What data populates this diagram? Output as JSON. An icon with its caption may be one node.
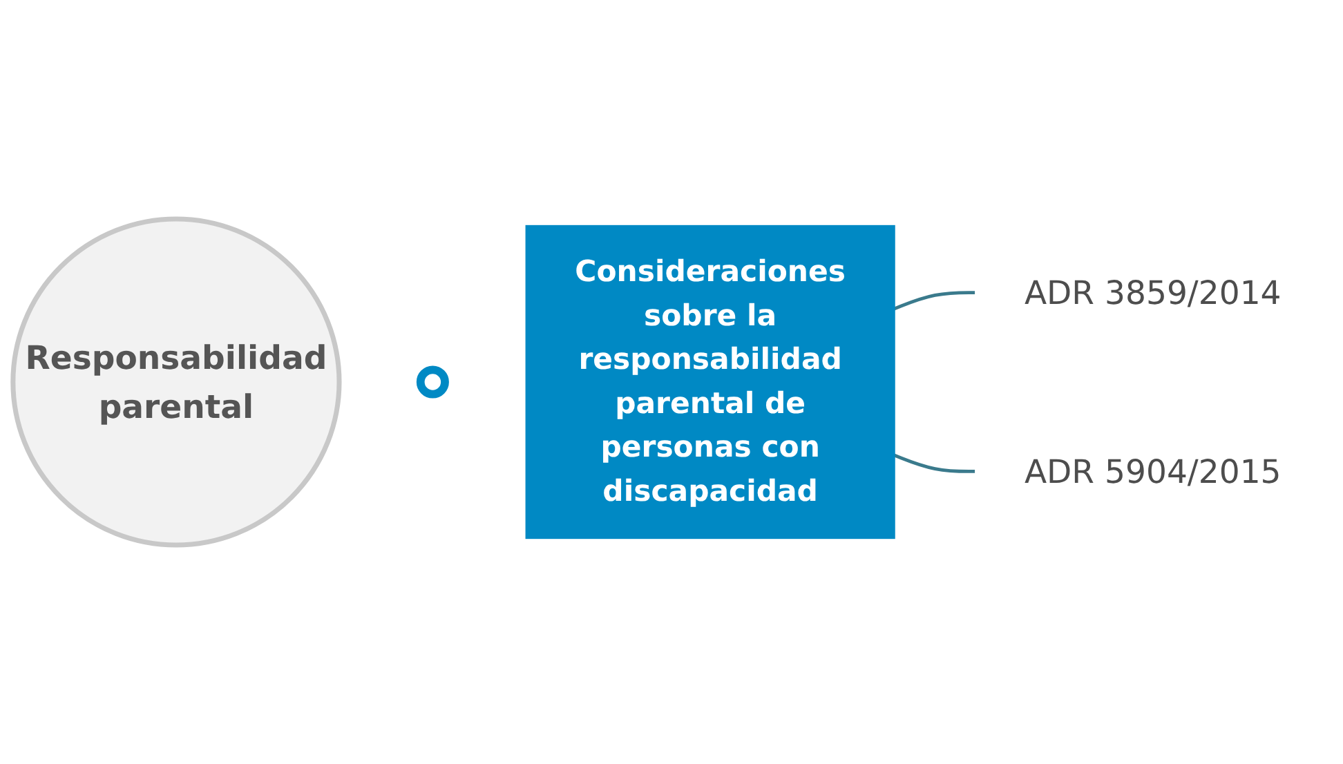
{
  "diagram": {
    "nodes": [
      {
        "text": [
          "Responsabilidad parental"
        ]
      },
      {
        "text": [],
        "shape": "circle"
      },
      {
        "text": [
          "Consideraciones sobre la responsabilidad parental de personas con discapacidad"
        ]
      },
      {
        "text": [
          "ADR 3859/2014"
        ]
      },
      {
        "text": [
          "ADR 5904/2015"
        ]
      }
    ],
    "edges": [
      {
        "from": 2,
        "to": 3,
        "arrow": "none"
      },
      {
        "from": 2,
        "to": 4,
        "arrow": "none"
      }
    ]
  }
}
